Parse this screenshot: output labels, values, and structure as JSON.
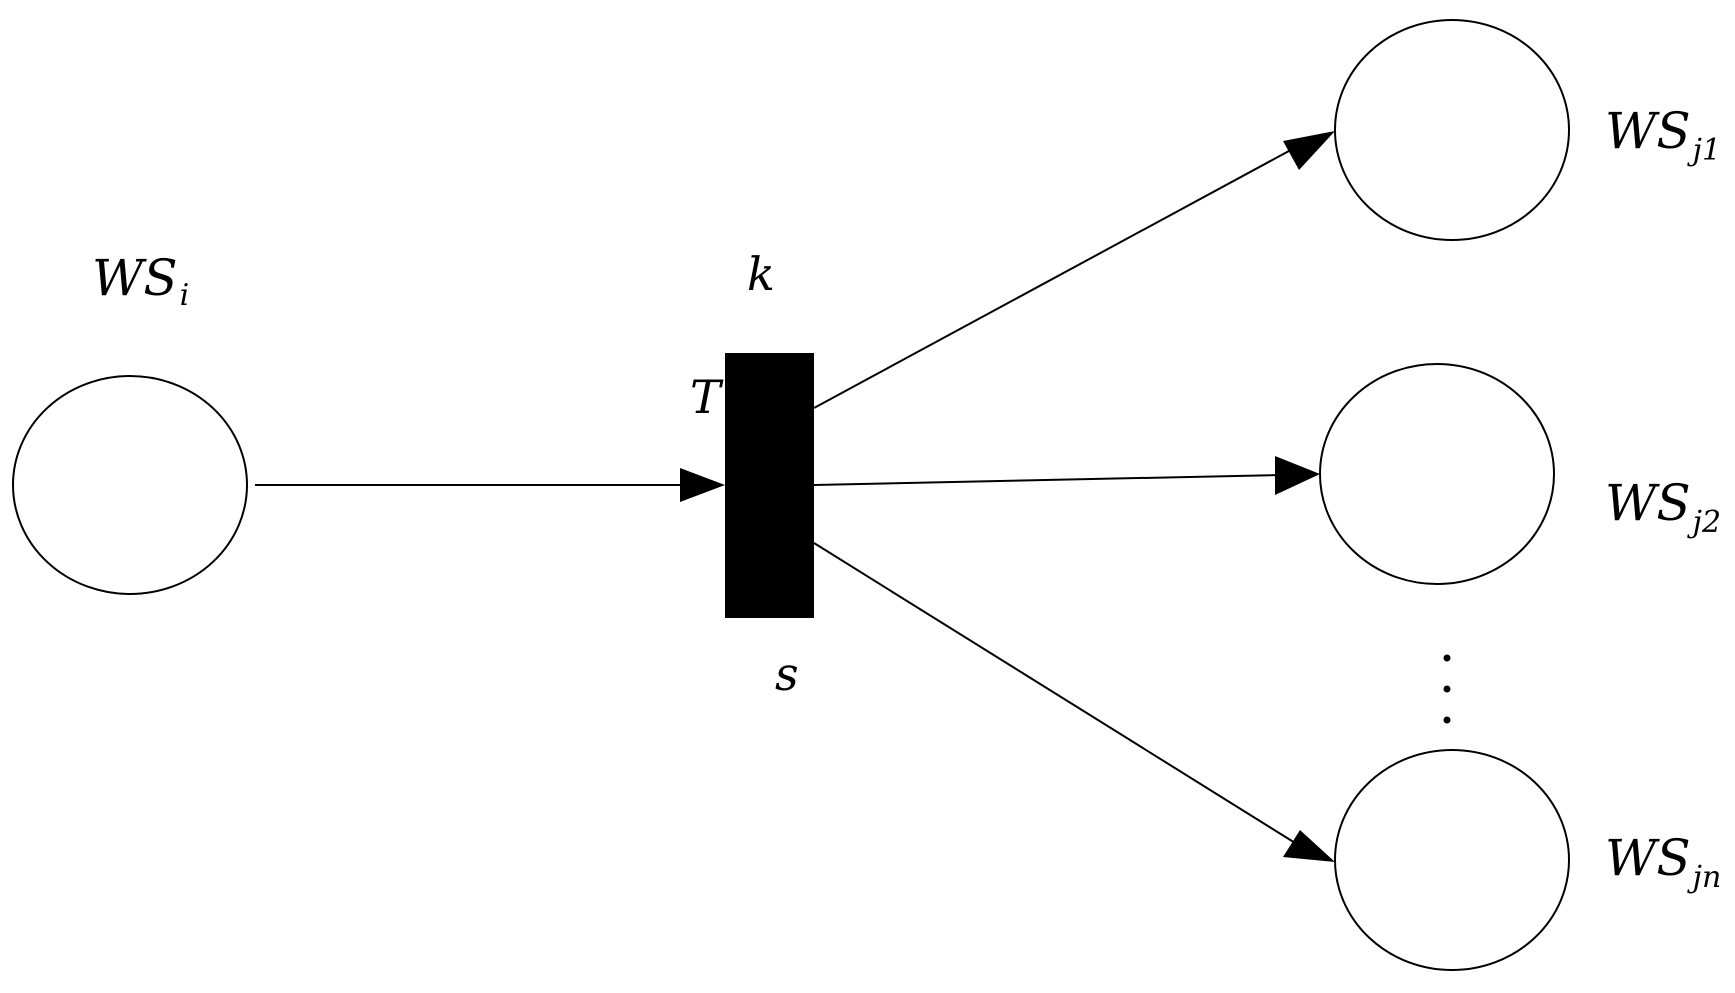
{
  "colors": {
    "background": "#ffffff",
    "stroke": "#000000",
    "fill_transition": "#000000"
  },
  "source_place": {
    "main": "WS",
    "sub": "i"
  },
  "transition": {
    "top_label": "k",
    "left_label": "T",
    "bottom_label": "s"
  },
  "target_places": [
    {
      "main": "WS",
      "sub": "j1"
    },
    {
      "main": "WS",
      "sub": "j2"
    },
    {
      "main": "WS",
      "sub": "jn"
    }
  ],
  "ellipsis": "⋮"
}
